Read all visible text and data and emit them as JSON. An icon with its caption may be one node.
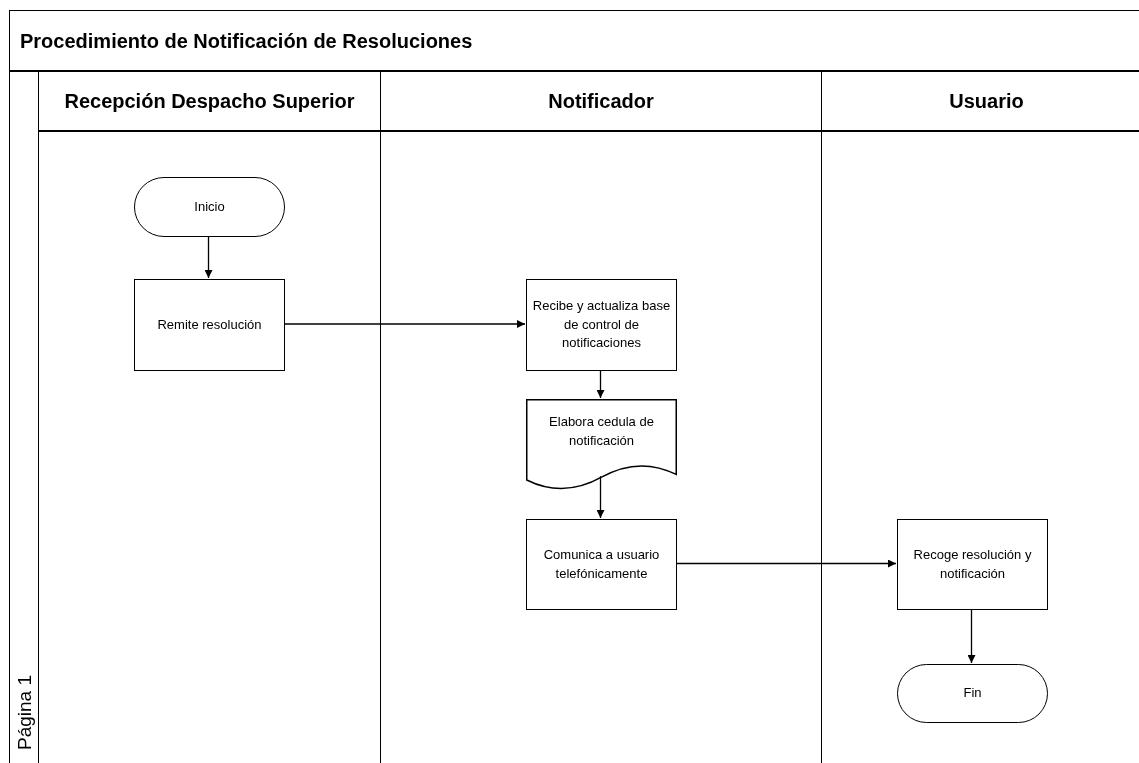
{
  "diagram": {
    "title": "Procedimiento de Notificación de Resoluciones",
    "nodes": [
      {
        "text": [],
        "shape": "box"
      },
      {
        "text": [
          "Página 1"
        ],
        "in": 0
      },
      {
        "text": [
          "Recepción Despacho Superior"
        ],
        "in": 0
      },
      {
        "text": [
          "Notificador"
        ],
        "in": 0
      },
      {
        "text": [
          "Usuario"
        ],
        "in": 0
      },
      {
        "text": [
          "Inicio"
        ],
        "in": 2
      },
      {
        "text": [
          "Remite resolución"
        ],
        "in": 2
      },
      {
        "text": [
          "Recibe y actualiza base de control de notificaciones"
        ],
        "in": 3
      },
      {
        "text": [
          "Elabora cedula de notificación"
        ],
        "in": 3
      },
      {
        "text": [
          "Comunica a usuario telefónicamente"
        ],
        "in": 3
      },
      {
        "text": [
          "Recoge resolución y notificación"
        ],
        "in": 4
      },
      {
        "text": [
          "Fin"
        ],
        "in": 4
      }
    ],
    "edges": [
      {
        "from": 5,
        "to": 6,
        "arrow": "to"
      },
      {
        "from": 6,
        "to": 7,
        "arrow": "to"
      },
      {
        "from": 7,
        "to": 8,
        "arrow": "to"
      },
      {
        "from": 8,
        "to": 9,
        "arrow": "to"
      },
      {
        "from": 9,
        "to": 10,
        "arrow": "to"
      },
      {
        "from": 10,
        "to": 11,
        "arrow": "to"
      }
    ]
  }
}
